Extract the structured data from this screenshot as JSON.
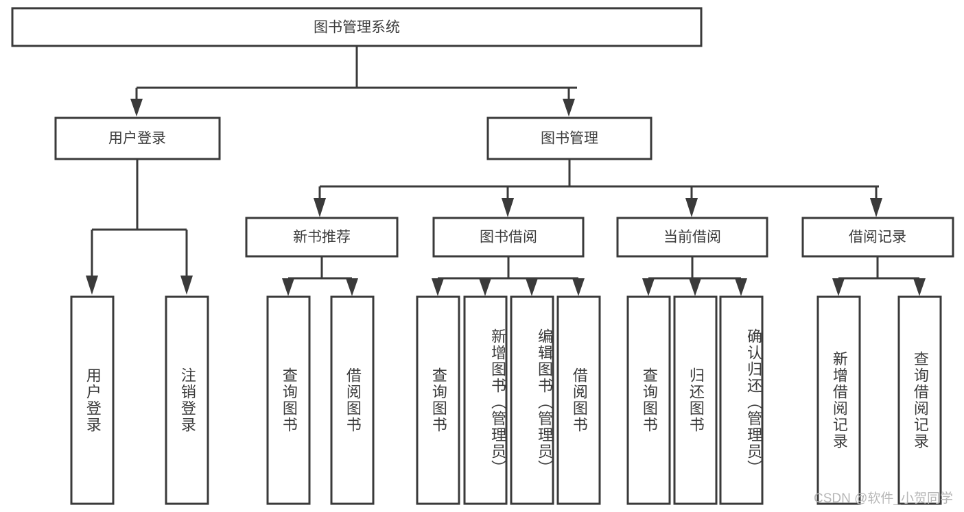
{
  "diagram": {
    "title": "图书管理系统",
    "type": "tree-hierarchy",
    "watermark": "CSDN @软件_小贺同学",
    "colors": {
      "box_border": "#3a3a3a",
      "box_fill": "#ffffff",
      "text": "#3c3c3c",
      "connector": "#3a3a3a",
      "watermark": "#b7b7b7",
      "background": "#ffffff"
    },
    "root": {
      "label": "图书管理系统"
    },
    "level1": [
      {
        "label": "用户登录"
      },
      {
        "label": "图书管理"
      }
    ],
    "level2": [
      {
        "label": "新书推荐"
      },
      {
        "label": "图书借阅"
      },
      {
        "label": "当前借阅"
      },
      {
        "label": "借阅记录"
      }
    ],
    "leaves": {
      "user_login": [
        {
          "label": "用户登录"
        },
        {
          "label": "注销登录"
        }
      ],
      "new_book_recommend": [
        {
          "label": "查询图书"
        },
        {
          "label": "借阅图书"
        }
      ],
      "book_borrow": [
        {
          "label": "查询图书"
        },
        {
          "label": "新增图书（管理员）"
        },
        {
          "label": "编辑图书（管理员）"
        },
        {
          "label": "借阅图书"
        }
      ],
      "current_borrow": [
        {
          "label": "查询图书"
        },
        {
          "label": "归还图书"
        },
        {
          "label": "确认归还（管理员）"
        }
      ],
      "borrow_record": [
        {
          "label": "新增借阅记录"
        },
        {
          "label": "查询借阅记录"
        }
      ]
    }
  }
}
